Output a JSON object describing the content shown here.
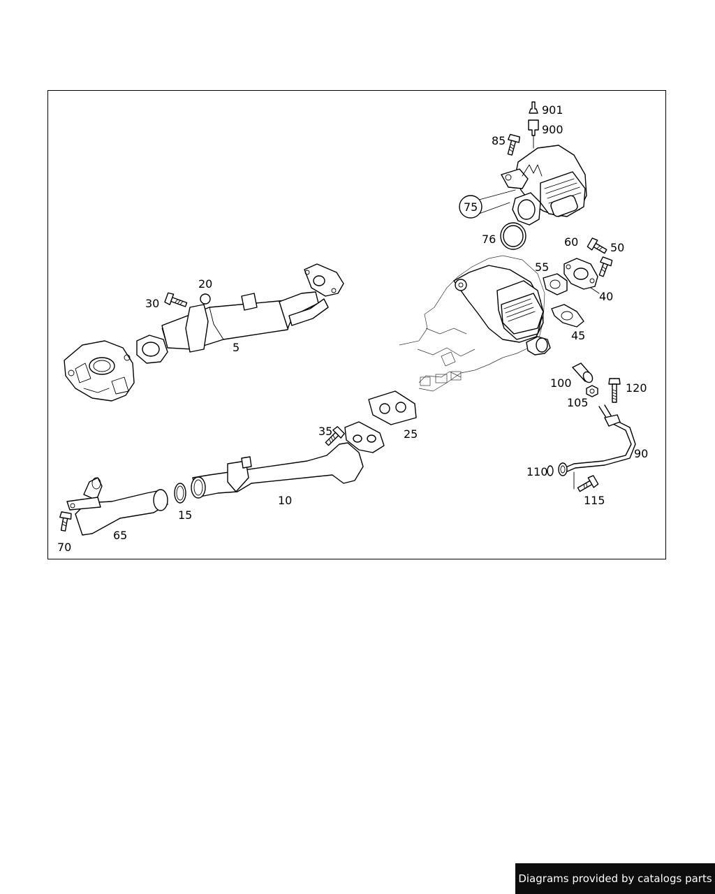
{
  "diagram": {
    "labels": [
      {
        "id": "901",
        "text": "901"
      },
      {
        "id": "900",
        "text": "900"
      },
      {
        "id": "85",
        "text": "85"
      },
      {
        "id": "75",
        "text": "75"
      },
      {
        "id": "76",
        "text": "76"
      },
      {
        "id": "60",
        "text": "60"
      },
      {
        "id": "50",
        "text": "50"
      },
      {
        "id": "55",
        "text": "55"
      },
      {
        "id": "40",
        "text": "40"
      },
      {
        "id": "45",
        "text": "45"
      },
      {
        "id": "20",
        "text": "20"
      },
      {
        "id": "30",
        "text": "30"
      },
      {
        "id": "5",
        "text": "5"
      },
      {
        "id": "100",
        "text": "100"
      },
      {
        "id": "120",
        "text": "120"
      },
      {
        "id": "105",
        "text": "105"
      },
      {
        "id": "35",
        "text": "35"
      },
      {
        "id": "25",
        "text": "25"
      },
      {
        "id": "90",
        "text": "90"
      },
      {
        "id": "110",
        "text": "110"
      },
      {
        "id": "10",
        "text": "10"
      },
      {
        "id": "15",
        "text": "15"
      },
      {
        "id": "115",
        "text": "115"
      },
      {
        "id": "65",
        "text": "65"
      },
      {
        "id": "70",
        "text": "70"
      }
    ]
  },
  "footer": {
    "credit": "Diagrams provided by catalogs parts"
  }
}
